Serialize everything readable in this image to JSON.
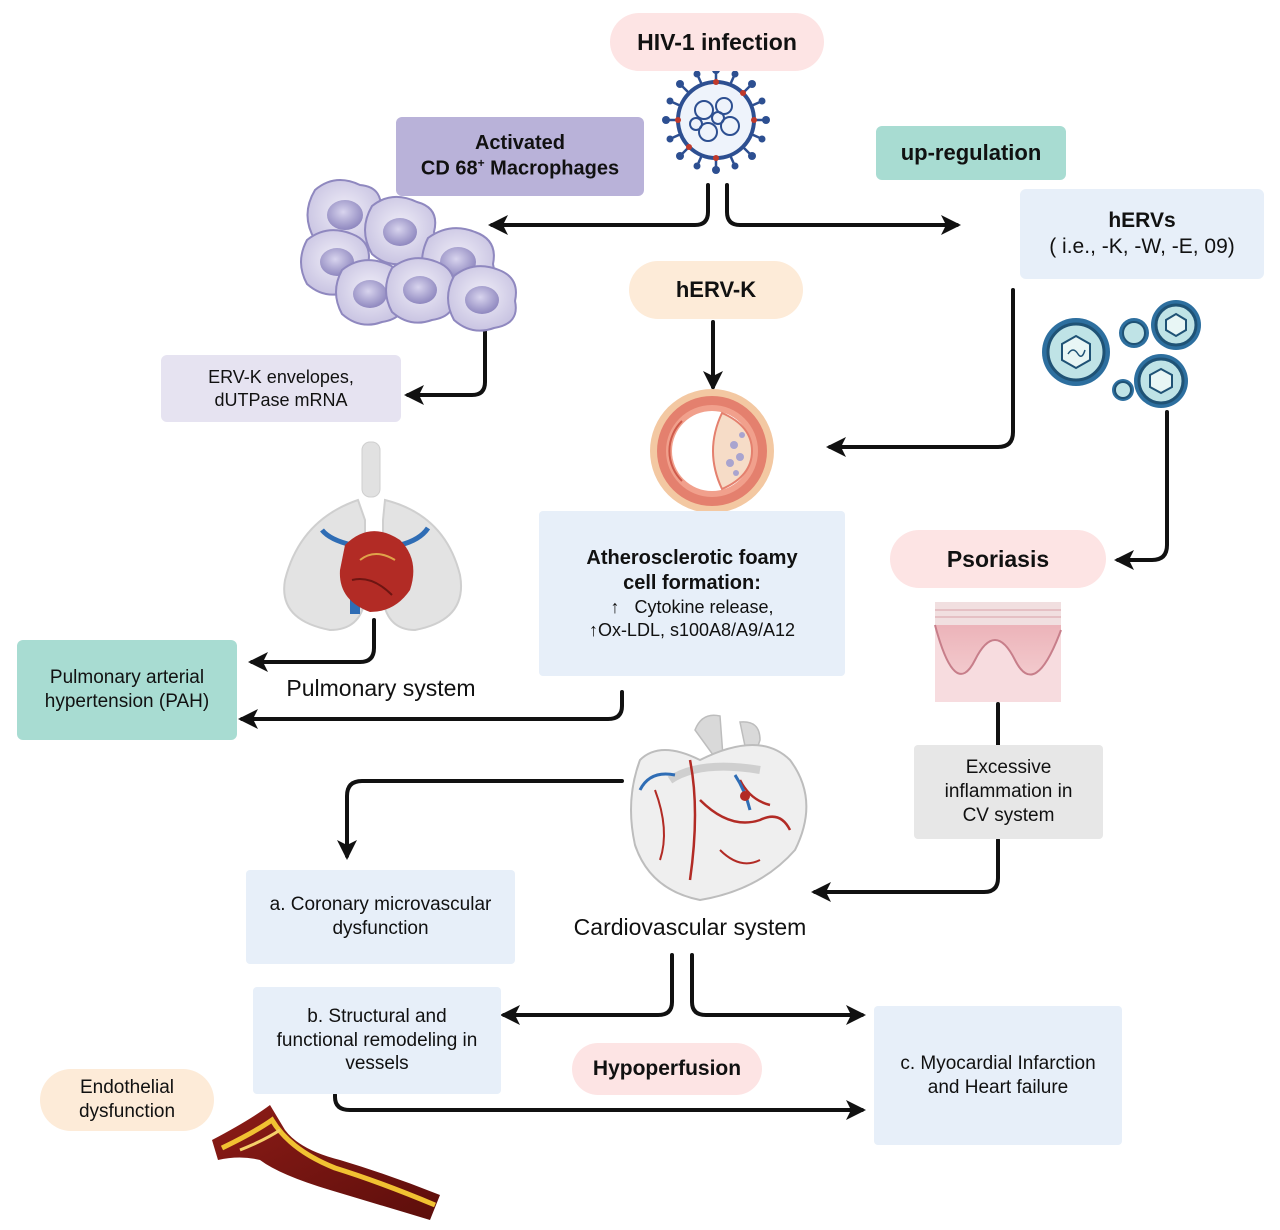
{
  "nodes": {
    "hiv_infection": "HIV-1 infection",
    "activated_macrophages_line1": "Activated",
    "activated_macrophages_line2": "CD 68",
    "activated_macrophages_sup": "+",
    "activated_macrophages_line2b": " Macrophages",
    "up_regulation": "up-regulation",
    "hervs_title": "hERVs",
    "hervs_subtitle": "( i.e., -K, -W, -E, 09)",
    "herv_k": "hERV-K",
    "erv_envelopes_line1": "ERV-K envelopes,",
    "erv_envelopes_line2": "dUTPase mRNA",
    "foamy_title_line1": "Atherosclerotic foamy",
    "foamy_title_line2": "cell formation:",
    "foamy_item1": "Cytokine release,",
    "foamy_item2": "Ox-LDL, s100A8/A9/A12",
    "up_arrow": "↑",
    "psoriasis": "Psoriasis",
    "pah_line1": "Pulmonary arterial",
    "pah_line2": "hypertension (PAH)",
    "pulmonary_system": "Pulmonary system",
    "excessive_line1": "Excessive",
    "excessive_line2": "inflammation in",
    "excessive_line3": "CV system",
    "coronary_line1": "a. Coronary microvascular",
    "coronary_line2": "dysfunction",
    "cardiovascular_system": "Cardiovascular system",
    "structural_line1": "b. Structural and",
    "structural_line2": "functional remodeling in",
    "structural_line3": "vessels",
    "hypoperfusion": "Hypoperfusion",
    "myocardial_line1": "c. Myocardial Infarction",
    "myocardial_line2": "and Heart failure",
    "endothelial_line1": "Endothelial",
    "endothelial_line2": "dysfunction"
  },
  "colors": {
    "pink_pill": "#fde4e4",
    "peach_pill": "#fdebd8",
    "purple_box": "#b9b2d9",
    "lavender_box": "#e6e3f1",
    "teal_box": "#a8dcd2",
    "light_blue_box": "#e7eff9",
    "grey_box": "#e7e7e7",
    "virus_blue": "#2d4f91",
    "virus_red": "#c0392b",
    "heart_red": "#b22b25",
    "vessel_blue": "#2f6db5"
  },
  "icons": [
    "hiv-virus-icon",
    "macrophage-cluster-icon",
    "lungs-heart-icon",
    "artery-cross-section-icon",
    "herv-virus-cluster-icon",
    "skin-tissue-icon",
    "heart-icon",
    "blood-vessel-icon"
  ]
}
